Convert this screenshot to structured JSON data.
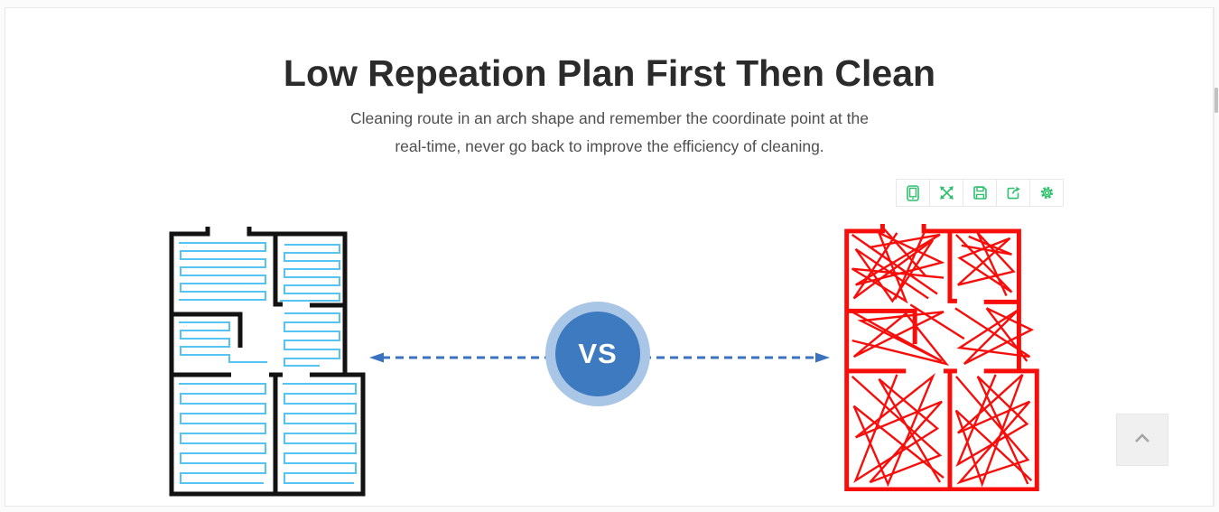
{
  "header": {
    "title": "Low Repeation Plan First Then Clean",
    "subtitle_line1": "Cleaning route in an arch shape and remember the coordinate point at the",
    "subtitle_line2": "real-time, never go back to improve the efficiency of cleaning."
  },
  "toolbar": {
    "icons": [
      "device-frame-icon",
      "fullscreen-icon",
      "save-icon",
      "share-icon",
      "settings-icon"
    ]
  },
  "comparison": {
    "vs_label": "VS",
    "left_plan": "planned-route-floor-plan",
    "right_plan": "random-route-floor-plan"
  },
  "colors": {
    "title-text": "#2b2b2b",
    "subtitle-text": "#4f4f4f",
    "card-border": "#e9e9e9",
    "wall-black": "#121212",
    "path-blue": "#55c4f2",
    "route-red": "#f70d0a",
    "vs-ring": "#a9c6e6",
    "vs-inner": "#3e7abf",
    "arrow-blue": "#3a72c0",
    "toolbar-green": "#2fc06e",
    "scroll-thumb": "#c1c1c1",
    "button-bg": "#f0f0f0"
  }
}
